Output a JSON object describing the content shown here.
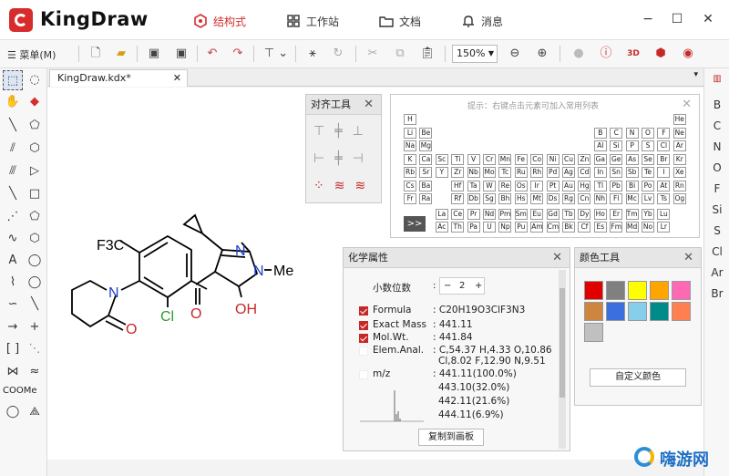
{
  "app": {
    "name": "KingDraw"
  },
  "nav": {
    "tabs": [
      "结构式",
      "工作站",
      "文档",
      "消息"
    ]
  },
  "toolbar": {
    "menu_label": "菜单(M)",
    "zoom": "150%"
  },
  "document": {
    "tab": "KingDraw.kdx*"
  },
  "molecule": {
    "labels": {
      "f3c": "F3C",
      "n1": "N",
      "o1": "O",
      "cl": "Cl",
      "o2": "O",
      "n2": "N",
      "n3": "N",
      "me": "Me",
      "oh": "OH"
    }
  },
  "align_panel": {
    "title": "对齐工具"
  },
  "periodic": {
    "hint": "提示：右键点击元素可加入常用列表",
    "more": ">>",
    "rows": [
      [
        "H",
        "",
        "",
        "",
        "",
        "",
        "",
        "",
        "",
        "",
        "",
        "",
        "",
        "",
        "",
        "",
        "",
        "He"
      ],
      [
        "Li",
        "Be",
        "",
        "",
        "",
        "",
        "",
        "",
        "",
        "",
        "",
        "",
        "B",
        "C",
        "N",
        "O",
        "F",
        "Ne"
      ],
      [
        "Na",
        "Mg",
        "",
        "",
        "",
        "",
        "",
        "",
        "",
        "",
        "",
        "",
        "Al",
        "Si",
        "P",
        "S",
        "Cl",
        "Ar"
      ],
      [
        "K",
        "Ca",
        "Sc",
        "Ti",
        "V",
        "Cr",
        "Mn",
        "Fe",
        "Co",
        "Ni",
        "Cu",
        "Zn",
        "Ga",
        "Ge",
        "As",
        "Se",
        "Br",
        "Kr"
      ],
      [
        "Rb",
        "Sr",
        "Y",
        "Zr",
        "Nb",
        "Mo",
        "Tc",
        "Ru",
        "Rh",
        "Pd",
        "Ag",
        "Cd",
        "In",
        "Sn",
        "Sb",
        "Te",
        "I",
        "Xe"
      ],
      [
        "Cs",
        "Ba",
        "",
        "Hf",
        "Ta",
        "W",
        "Re",
        "Os",
        "Ir",
        "Pt",
        "Au",
        "Hg",
        "Tl",
        "Pb",
        "Bi",
        "Po",
        "At",
        "Rn"
      ],
      [
        "Fr",
        "Ra",
        "",
        "Rf",
        "Db",
        "Sg",
        "Bh",
        "Hs",
        "Mt",
        "Ds",
        "Rg",
        "Cn",
        "Nh",
        "Fl",
        "Mc",
        "Lv",
        "Ts",
        "Og"
      ],
      [
        "",
        "",
        "La",
        "Ce",
        "Pr",
        "Nd",
        "Pm",
        "Sm",
        "Eu",
        "Gd",
        "Tb",
        "Dy",
        "Ho",
        "Er",
        "Tm",
        "Yb",
        "Lu",
        ""
      ],
      [
        "",
        "",
        "Ac",
        "Th",
        "Pa",
        "U",
        "Np",
        "Pu",
        "Am",
        "Cm",
        "Bk",
        "Cf",
        "Es",
        "Fm",
        "Md",
        "No",
        "Lr",
        ""
      ]
    ]
  },
  "chem_props": {
    "title": "化学属性",
    "decimals_label": "小数位数",
    "decimals": "2",
    "minus": "−",
    "plus": "+",
    "formula_label": "Formula",
    "formula_value": ": C20H19O3ClF3N3",
    "exact_mass_label": "Exact Mass",
    "exact_mass": ": 441.11",
    "molwt_label": "Mol.Wt.",
    "molwt": ": 441.84",
    "elem_label": "Elem.Anal.",
    "elem_line1": ": C,54.37 H,4.33 O,10.86",
    "elem_line2": "Cl,8.02 F,12.90 N,9.51",
    "mz_label": "m/z",
    "mz1": ": 441.11(100.0%)",
    "mz2": "443.10(32.0%)",
    "mz3": "442.11(21.6%)",
    "mz4": "444.11(6.9%)",
    "copy_button": "复制到画板"
  },
  "color_panel": {
    "title": "颜色工具",
    "custom_button": "自定义颜色",
    "colors": [
      "#e00000",
      "#808080",
      "#ffff00",
      "#ffa500",
      "#ff69b4",
      "#cd853f",
      "#3b6fe0",
      "#87ceeb",
      "#008b8b",
      "#ff7f50",
      "#c0c0c0"
    ]
  },
  "element_bar": [
    "B",
    "C",
    "N",
    "O",
    "F",
    "Si",
    "S",
    "Cl",
    "Ar",
    "Br"
  ],
  "watermark": "嗨游网"
}
